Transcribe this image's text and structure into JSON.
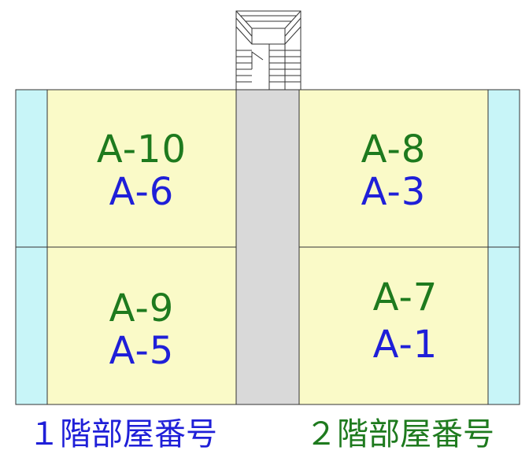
{
  "rooms": {
    "upper_left": {
      "floor2": "A-10",
      "floor1": "A-6"
    },
    "upper_right": {
      "floor2": "A-8",
      "floor1": "A-3"
    },
    "lower_left": {
      "floor2": "A-9",
      "floor1": "A-5"
    },
    "lower_right": {
      "floor2": "A-7",
      "floor1": "A-1"
    }
  },
  "legend": {
    "floor1": "１階部屋番号",
    "floor2": "２階部屋番号"
  },
  "colors": {
    "room_fill": "#fafac8",
    "balcony_fill": "#c8f5f8",
    "corridor_fill": "#d9d9d9",
    "floor1_text": "#1f1fd8",
    "floor2_text": "#1e7a1e"
  }
}
